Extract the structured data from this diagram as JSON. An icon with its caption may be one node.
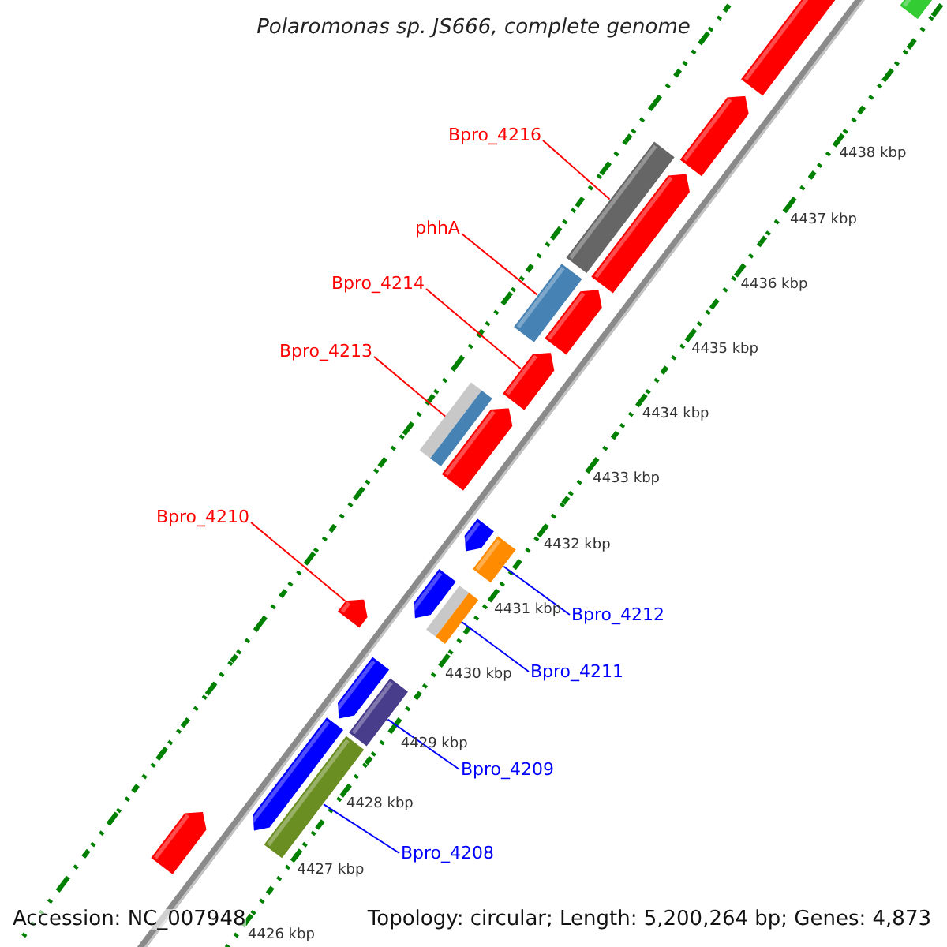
{
  "diagram": {
    "title": "Polaromonas sp. JS666, complete genome",
    "nodes": [
      {
        "text": [
          "Bpro_4216"
        ]
      },
      {
        "text": [
          "phhA"
        ]
      },
      {
        "text": [
          "Bpro_4214"
        ]
      },
      {
        "text": [
          "Bpro_4213"
        ]
      },
      {
        "text": [
          "Bpro_4210"
        ]
      },
      {
        "text": [
          "Bpro_4212"
        ]
      },
      {
        "text": [
          "Bpro_4211"
        ]
      },
      {
        "text": [
          "Bpro_4209"
        ]
      },
      {
        "text": [
          "Bpro_4208"
        ]
      },
      {
        "text": [],
        "shape": "arrow"
      },
      {
        "text": [],
        "shape": "arrow"
      },
      {
        "text": [],
        "shape": "arrow"
      },
      {
        "text": [],
        "shape": "arrow"
      },
      {
        "text": [],
        "shape": "arrow"
      },
      {
        "text": [],
        "shape": "arrow"
      },
      {
        "text": [],
        "shape": "arrow"
      },
      {
        "text": [],
        "shape": "arrow"
      },
      {
        "text": [],
        "shape": "bar"
      },
      {
        "text": [],
        "shape": "bar"
      },
      {
        "text": [],
        "shape": "bar"
      },
      {
        "text": [],
        "shape": "arrow"
      },
      {
        "text": [],
        "shape": "arrow"
      },
      {
        "text": [],
        "shape": "arrow"
      },
      {
        "text": [],
        "shape": "arrow"
      },
      {
        "text": [],
        "shape": "bar"
      },
      {
        "text": [],
        "shape": "bar"
      },
      {
        "text": [],
        "shape": "bar"
      },
      {
        "text": [],
        "shape": "bar"
      },
      {
        "text": [],
        "shape": "bar"
      }
    ],
    "edges": [
      {
        "from": 0,
        "to": 19,
        "arrow": "none"
      },
      {
        "from": 1,
        "to": 18,
        "arrow": "none"
      },
      {
        "from": 2,
        "to": 12,
        "arrow": "none"
      },
      {
        "from": 3,
        "to": 17,
        "arrow": "none"
      },
      {
        "from": 4,
        "to": 10,
        "arrow": "none"
      },
      {
        "from": 5,
        "to": 27,
        "arrow": "none",
        "color": "#0000ff"
      },
      {
        "from": 6,
        "to": 26,
        "arrow": "none",
        "color": "#0000ff"
      },
      {
        "from": 7,
        "to": 25,
        "arrow": "none",
        "color": "#0000ff"
      },
      {
        "from": 8,
        "to": 24,
        "arrow": "none",
        "color": "#0000ff"
      }
    ],
    "labels": [
      "4438 kbp",
      "4437 kbp",
      "4436 kbp",
      "4435 kbp",
      "4434 kbp",
      "4433 kbp",
      "4432 kbp",
      "4431 kbp",
      "4430 kbp",
      "4429 kbp",
      "4428 kbp",
      "4427 kbp",
      "4426 kbp",
      "Accession: NC_007948",
      "Topology: circular; Length: 5,200,264 bp; Genes: 4,873"
    ]
  }
}
